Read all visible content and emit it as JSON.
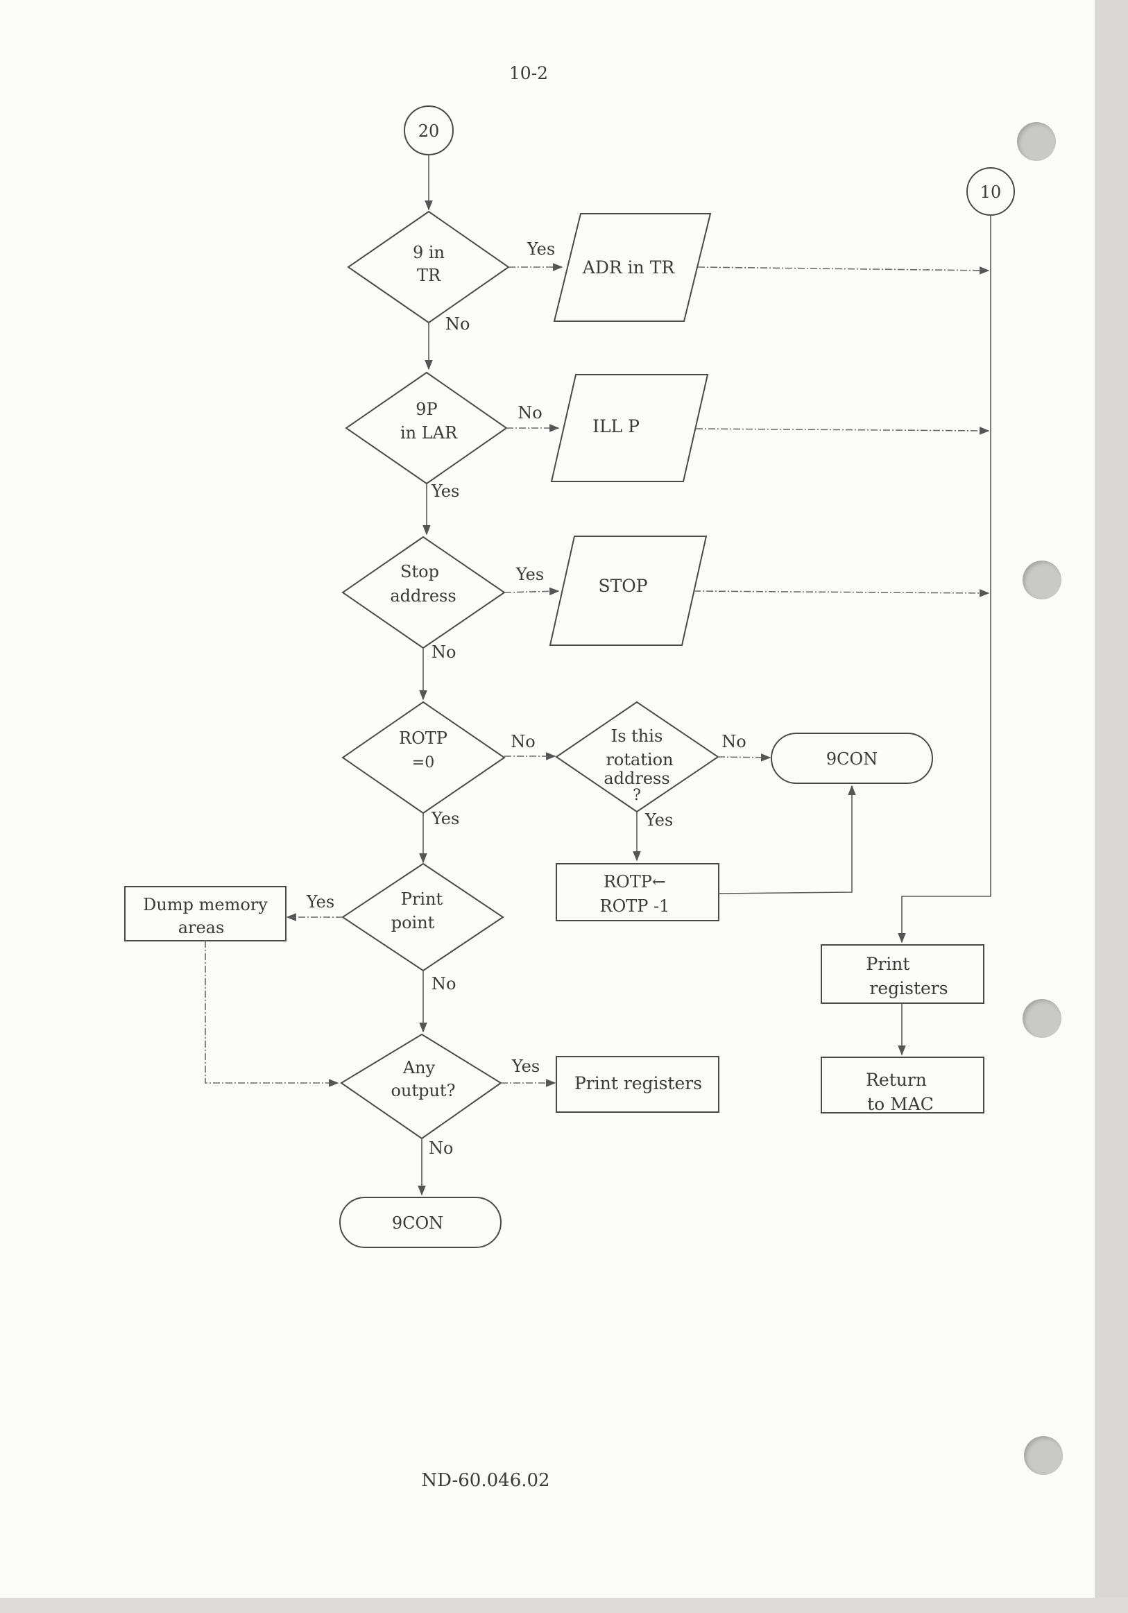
{
  "header": {
    "page_number": "10-2"
  },
  "footer": {
    "doc_id": "ND-60.046.02"
  },
  "connectors": {
    "start": "20",
    "return": "10"
  },
  "decisions": {
    "d1": [
      "9 in",
      "TR"
    ],
    "d2": [
      "9P",
      "in LAR"
    ],
    "d3": [
      "Stop",
      "address"
    ],
    "d4": [
      "ROTP",
      "=0"
    ],
    "d5": [
      "Is this",
      "rotation",
      "address",
      "?"
    ],
    "d6": [
      "Print",
      "point"
    ],
    "d7": [
      "Any",
      "output?"
    ]
  },
  "io": {
    "adr": "ADR in TR",
    "ill": "ILL P",
    "stop": "STOP"
  },
  "processes": {
    "rotp": [
      "ROTP←",
      "ROTP -1"
    ],
    "dump": [
      "Dump memory",
      "areas"
    ],
    "print_regs_left": "Print registers",
    "print_regs_right": [
      "Print",
      "registers"
    ],
    "return_mac": [
      "Return",
      "to MAC"
    ]
  },
  "terminals": {
    "t1": "9CON",
    "t2": "9CON"
  },
  "labels": {
    "yes": "Yes",
    "no": "No"
  }
}
